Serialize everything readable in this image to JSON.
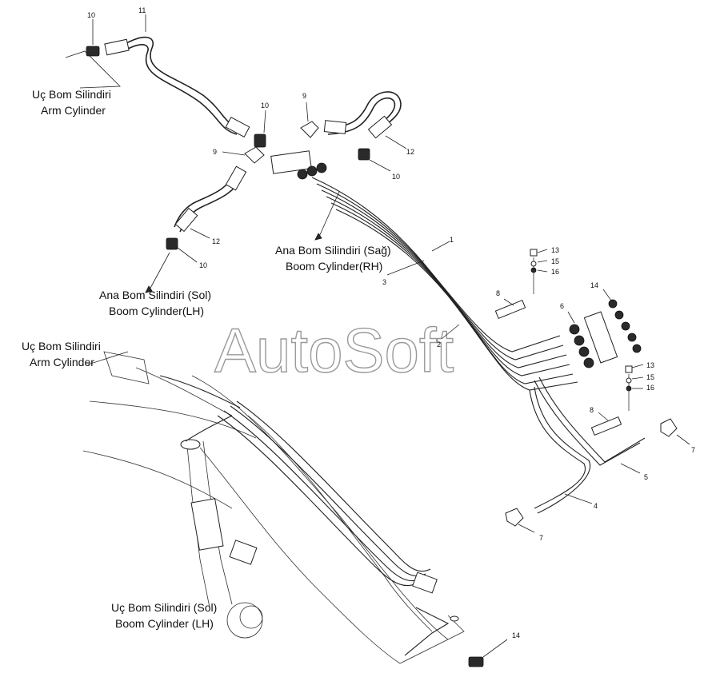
{
  "watermark": "AutoSoft",
  "labels": {
    "arm_cyl_top": {
      "tr": "Uç Bom Silindiri",
      "en": "Arm Cylinder"
    },
    "boom_rh": {
      "tr": "Ana Bom Silindiri (Sağ)",
      "en": "Boom Cylinder(RH)"
    },
    "boom_lh": {
      "tr": "Ana Bom Silindiri (Sol)",
      "en": "Boom Cylinder(LH)"
    },
    "arm_cyl_mid": {
      "tr": "Uç Bom Silindiri",
      "en": "Arm Cylinder"
    },
    "arm_boom_lh": {
      "tr": "Uç Bom Silindiri (Sol)",
      "en": "Boom Cylinder (LH)"
    }
  },
  "parts": {
    "p1": "1",
    "p2": "2",
    "p3": "3",
    "p4": "4",
    "p5": "5",
    "p6": "6",
    "p7a": "7",
    "p7b": "7",
    "p8a": "8",
    "p8b": "8",
    "p9a": "9",
    "p9b": "9",
    "p10a": "10",
    "p10b": "10",
    "p10c": "10",
    "p10d": "10",
    "p11": "11",
    "p12a": "12",
    "p12b": "12",
    "p13a": "13",
    "p13b": "13",
    "p14a": "14",
    "p14b": "14",
    "p15a": "15",
    "p15b": "15",
    "p16a": "16",
    "p16b": "16"
  }
}
